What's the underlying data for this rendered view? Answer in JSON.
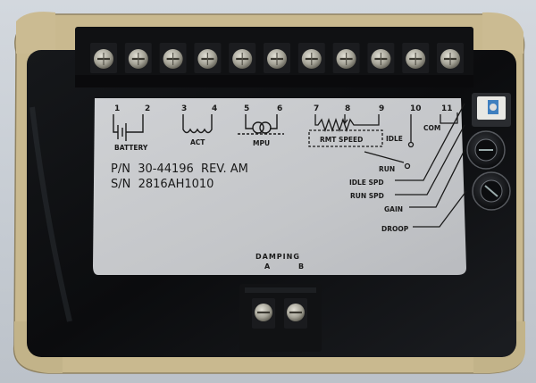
{
  "terminals": {
    "numbers": [
      "1",
      "2",
      "3",
      "4",
      "5",
      "6",
      "7",
      "8",
      "9",
      "10",
      "11"
    ]
  },
  "labels": {
    "battery": "BATTERY",
    "act": "ACT",
    "mpu": "MPU",
    "rmt_speed": "RMT SPEED",
    "idle": "IDLE",
    "com": "COM",
    "run": "RUN",
    "idle_spd": "IDLE SPD",
    "run_spd": "RUN SPD",
    "gain": "GAIN",
    "droop": "DROOP",
    "damping": "DAMPING",
    "damping_a": "A",
    "damping_b": "B"
  },
  "part": {
    "pn": "P/N  30-44196  REV. AM",
    "sn": "S/N  2816AH1010"
  },
  "colors": {
    "housing": "#c9b98f",
    "potting": "#0c0d0f",
    "label": "#c9cbcf",
    "text": "#1a1a1a",
    "screw": "#a9a79c"
  }
}
